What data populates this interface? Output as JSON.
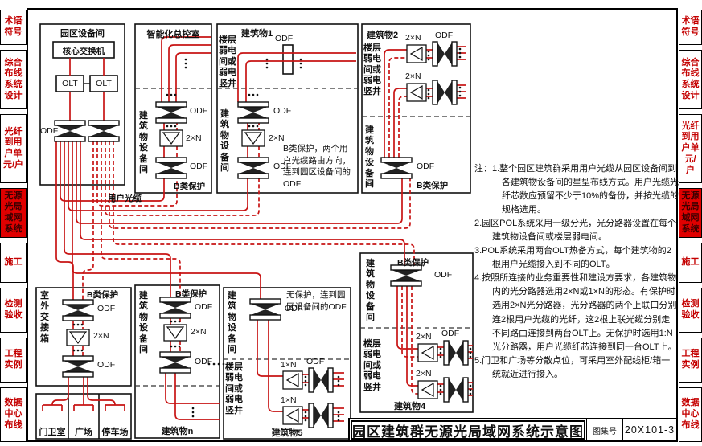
{
  "sidebar": {
    "items": [
      {
        "label": "术语符号",
        "active": false
      },
      {
        "label": "综合布线系统设计",
        "active": false
      },
      {
        "label": "光纤到用户单元/户",
        "active": false
      },
      {
        "label": "无源光局域网系统",
        "active": true
      },
      {
        "label": "施工",
        "active": false
      },
      {
        "label": "检测验收",
        "active": false
      },
      {
        "label": "工程实例",
        "active": false
      },
      {
        "label": "数据中心布线",
        "active": false
      }
    ]
  },
  "campus": {
    "title": "园区设备间",
    "core_switch": "核心交换机",
    "olt1": "OLT",
    "olt2": "OLT",
    "odf_label": "ODF",
    "user_cable": "用户光缆"
  },
  "control": {
    "title": "智能化总控室",
    "equip_room": "建筑物设备间",
    "odf1": "ODF",
    "splitter": "2×N",
    "odf2": "ODF",
    "protection": "B类保护"
  },
  "b1": {
    "title": "建筑物1",
    "floor_shaft": "楼层弱电间或弱电竖井",
    "odf_top": "ODF",
    "equip_room": "建筑物设备间",
    "odf1": "ODF",
    "splitter": "2×N",
    "odf2": "ODF",
    "note": "B类保护，两个用户光缆路由方向，连到园区设备间的ODF"
  },
  "b2": {
    "title": "建筑物2",
    "floor_shaft": "楼层弱电间或弱电竖井",
    "splitter1": "2×N",
    "odf1": "ODF",
    "splitter2": "2×N",
    "equip_room": "建筑物设备间",
    "odf_bottom": "ODF",
    "protection": "B类保护"
  },
  "bn": {
    "title": "建筑物n",
    "equip_room": "建筑物设备间",
    "protection": "B类保护",
    "odf1": "ODF",
    "splitter": "2×N",
    "odf2": "ODF"
  },
  "b5": {
    "title": "建筑物5",
    "equip_room": "建筑物设备间",
    "odf_top": "ODF",
    "note": "无保护，连到园区设备间的ODF",
    "floor_shaft": "楼层弱电间或弱电竖井",
    "splitter1": "1×N",
    "odf1": "ODF",
    "splitter2": "1×N"
  },
  "b4": {
    "title": "建筑物4",
    "protection": "B类保护",
    "odf_top": "ODF",
    "equip_room": "建筑物设备间",
    "floor_shaft": "楼层弱电间或弱电竖井",
    "splitter1": "2×N",
    "odf1": "ODF",
    "splitter2": "2×N"
  },
  "outdoor": {
    "title": "室外交接箱",
    "protection": "B类保护",
    "odf1": "ODF",
    "splitter": "2×N",
    "odf2": "ODF"
  },
  "cells": {
    "guard": "门卫室",
    "plaza": "广场",
    "parking": "停车场"
  },
  "notes": {
    "prefix": "注：",
    "items": [
      "1.整个园区建筑群采用用户光缆从园区设备间到各建筑物设备间的星型布线方式。用户光缆光纤芯数应预留不少于10%的备份，并按光缆的规格选用。",
      "2.园区POL系统采用一级分光，光分路器设置在每个建筑物设备间或楼层弱电间。",
      "3.POL系统采用两台OLT热备方式，每个建筑物的2根用户光缆接入到不同的OLT。",
      "4.按照所连接的业务重要性和建设方要求，各建筑物内的光分路器选用2×N或1×N的形态。有保护时选用2×N光分路器，光分路器的两个上联口分别连2根用户光缆的光纤，这2根上联光缆分别走不同路由连接到两台OLT上。无保护时选用1:N光分路器，用户光缆纤芯连接到同一台OLT上。",
      "5.门卫和广场等分散点位，可采用室外配线柜/箱一统就近进行接入。"
    ]
  },
  "titlebar": {
    "title": "园区建筑群无源光局域网系统示意图",
    "atlas_label": "图集号",
    "atlas_no": "20X101-3"
  },
  "colors": {
    "cable_red": "#c81414",
    "sidebar_red": "#c40000",
    "active_bg": "#e00000"
  }
}
